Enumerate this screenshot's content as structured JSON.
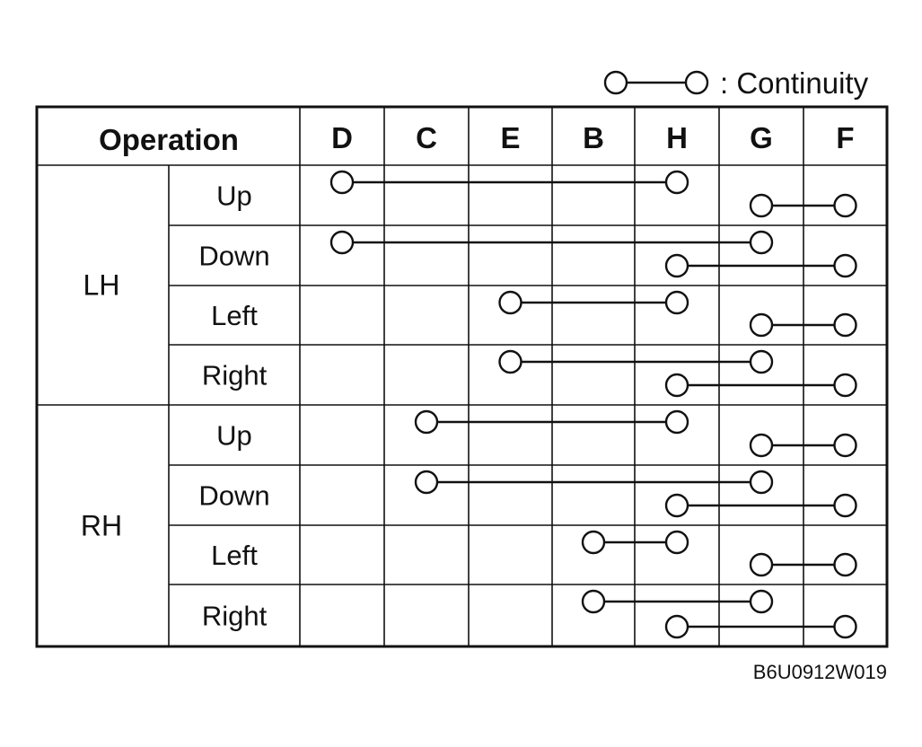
{
  "legend": {
    "text": ": Continuity"
  },
  "table": {
    "operation_header": "Operation",
    "columns": [
      "D",
      "C",
      "E",
      "B",
      "H",
      "G",
      "F"
    ],
    "groups": [
      {
        "label": "LH",
        "rows": [
          {
            "label": "Up",
            "connections": [
              [
                "D",
                "H"
              ],
              [
                "G",
                "F"
              ]
            ]
          },
          {
            "label": "Down",
            "connections": [
              [
                "D",
                "G"
              ],
              [
                "H",
                "F"
              ]
            ]
          },
          {
            "label": "Left",
            "connections": [
              [
                "E",
                "H"
              ],
              [
                "G",
                "F"
              ]
            ]
          },
          {
            "label": "Right",
            "connections": [
              [
                "E",
                "G"
              ],
              [
                "H",
                "F"
              ]
            ]
          }
        ]
      },
      {
        "label": "RH",
        "rows": [
          {
            "label": "Up",
            "connections": [
              [
                "C",
                "H"
              ],
              [
                "G",
                "F"
              ]
            ]
          },
          {
            "label": "Down",
            "connections": [
              [
                "C",
                "G"
              ],
              [
                "H",
                "F"
              ]
            ]
          },
          {
            "label": "Left",
            "connections": [
              [
                "B",
                "H"
              ],
              [
                "G",
                "F"
              ]
            ]
          },
          {
            "label": "Right",
            "connections": [
              [
                "B",
                "G"
              ],
              [
                "H",
                "F"
              ]
            ]
          }
        ]
      }
    ]
  },
  "figure_code": "B6U0912W019"
}
